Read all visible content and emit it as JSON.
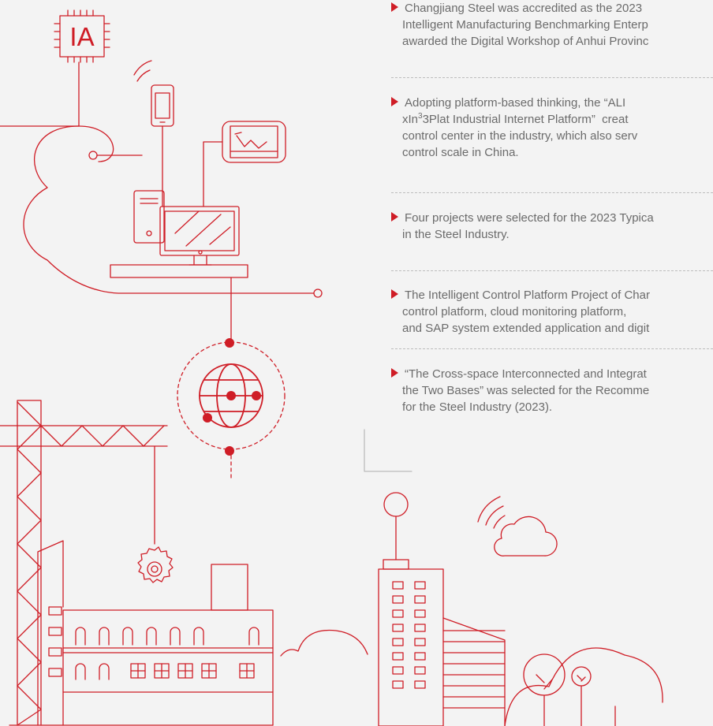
{
  "chip_label": "IA",
  "items": [
    {
      "lines": [
        "Changjiang Steel was accredited as the 2023",
        "Intelligent Manufacturing Benchmarking Enterp",
        "awarded the Digital Workshop of Anhui Provinc"
      ]
    },
    {
      "lines": [
        "Adopting platform-based thinking, the “ALI",
        "xIn³3Plat Industrial Internet Platform”  creat",
        "control center in the industry, which also serv",
        "control scale in China."
      ]
    },
    {
      "lines": [
        "Four projects were selected for the 2023 Typica",
        "in the Steel Industry."
      ]
    },
    {
      "lines": [
        "The Intelligent Control Platform Project of Char",
        "control platform, cloud monitoring platform,",
        "and SAP system extended application and digit"
      ]
    },
    {
      "lines": [
        "“The Cross-space Interconnected and Integrat",
        "the Two Bases”  was selected for the Recomme",
        "for the Steel Industry (2023)."
      ]
    }
  ],
  "colors": {
    "accent": "#cf1d26",
    "text": "#6b6b6b",
    "background": "#f3f3f3"
  }
}
